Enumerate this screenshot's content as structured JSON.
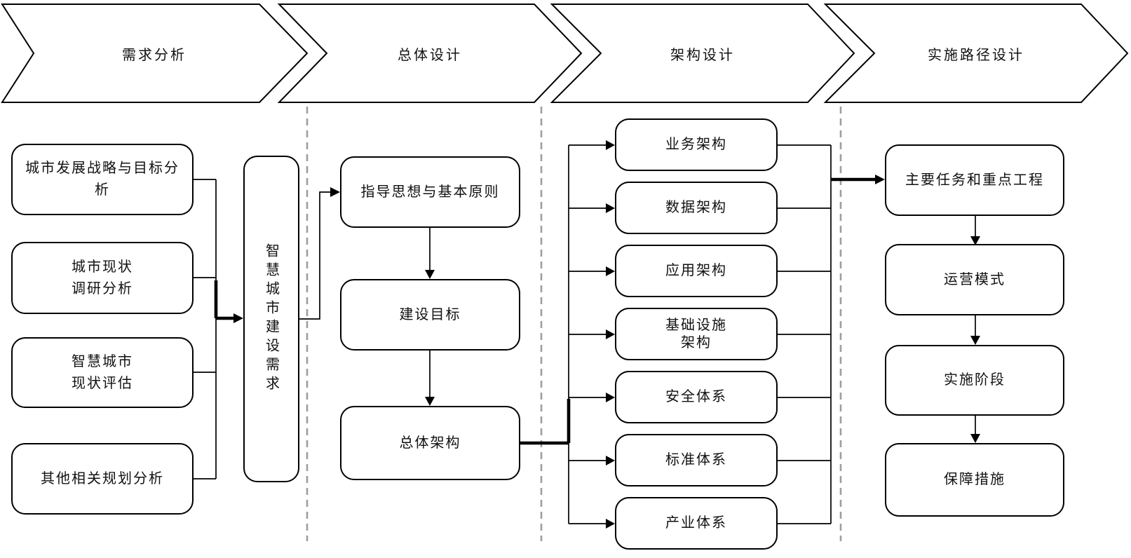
{
  "phases": [
    {
      "label": "需求分析"
    },
    {
      "label": "总体设计"
    },
    {
      "label": "架构设计"
    },
    {
      "label": "实施路径设计"
    }
  ],
  "col1": {
    "items": [
      {
        "label": "城市发展战略与目标分析"
      },
      {
        "label": "城市现状\n调研分析"
      },
      {
        "label": "智慧城市\n现状评估"
      },
      {
        "label": "其他相关规划分析"
      }
    ],
    "summary": {
      "label": "智慧城市建设需求"
    }
  },
  "col2": {
    "items": [
      {
        "label": "指导思想与基本原则"
      },
      {
        "label": "建设目标"
      },
      {
        "label": "总体架构"
      }
    ]
  },
  "col3": {
    "items": [
      {
        "label": "业务架构"
      },
      {
        "label": "数据架构"
      },
      {
        "label": "应用架构"
      },
      {
        "label": "基础设施\n架构"
      },
      {
        "label": "安全体系"
      },
      {
        "label": "标准体系"
      },
      {
        "label": "产业体系"
      }
    ]
  },
  "col4": {
    "items": [
      {
        "label": "主要任务和重点工程"
      },
      {
        "label": "运营模式"
      },
      {
        "label": "实施阶段"
      },
      {
        "label": "保障措施"
      }
    ]
  },
  "colors": {
    "line": "#000000",
    "separator": "#9e9e9e",
    "box_fill": "#ffffff"
  }
}
